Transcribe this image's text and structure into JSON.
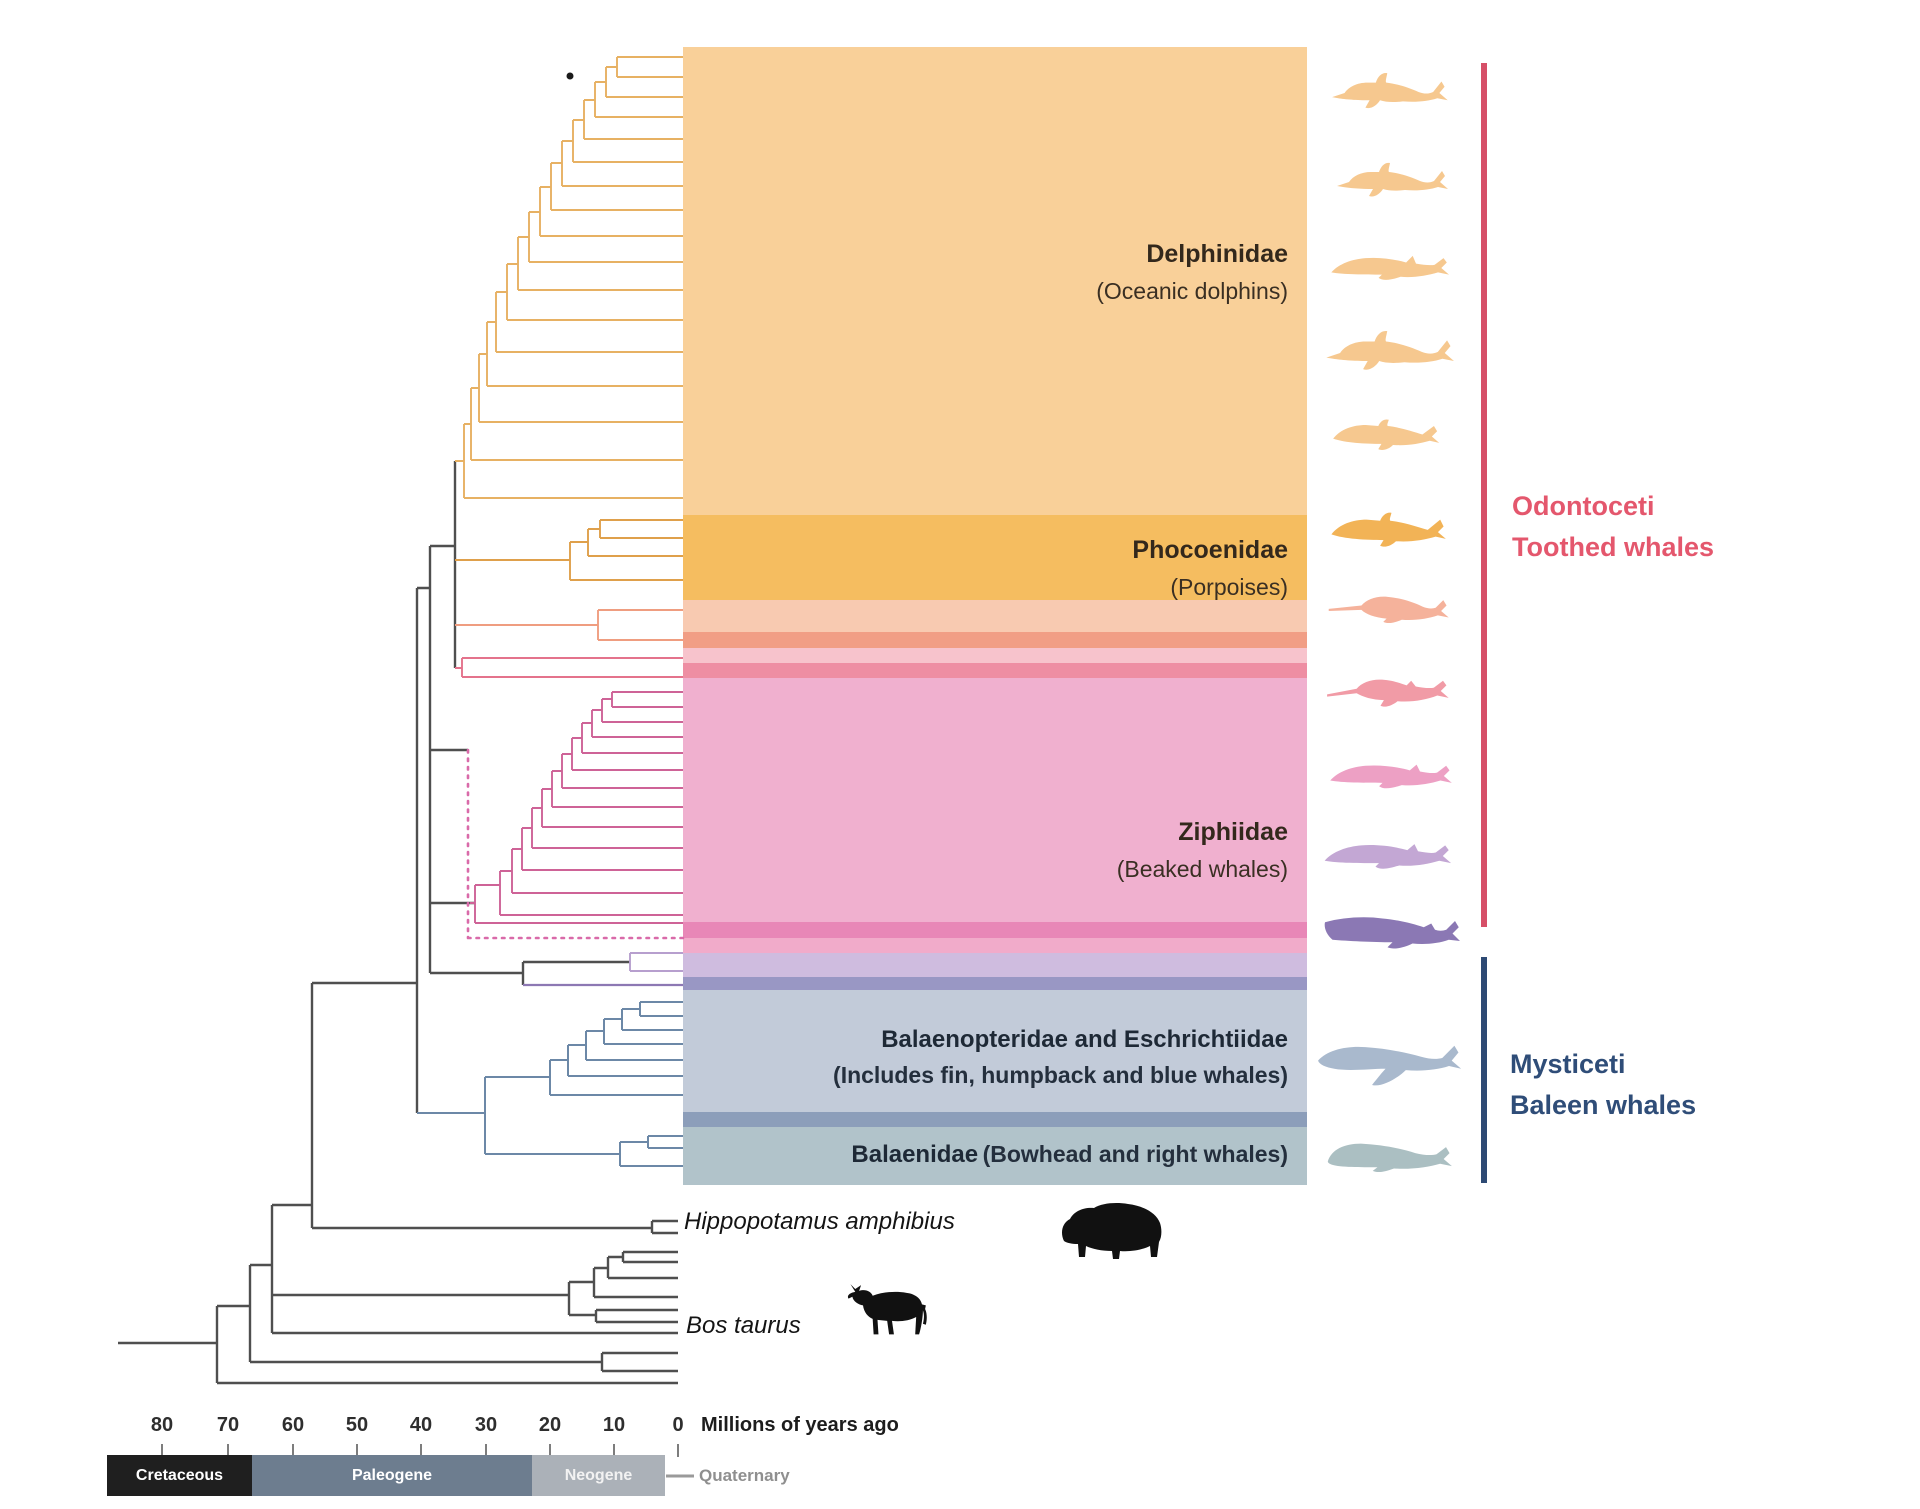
{
  "figure": {
    "description": "Phylogenetic tree of whales (cetaceans) with outgroups, family bands, suborder brackets and geological time axis",
    "families": [
      {
        "name": "Delphinidae",
        "common_name": "(Oceanic dolphins)",
        "band_color": "#f9d099"
      },
      {
        "name": "Phocoenidae",
        "common_name": "(Porpoises)",
        "band_color": "#f5bd60"
      },
      {
        "name": "Ziphiidae",
        "common_name": "(Beaked whales)",
        "band_color": "#f0b0cf"
      },
      {
        "name": "Balaenopteridae and Eschrichtiidae",
        "common_name": "(Includes fin, humpback and blue whales)",
        "band_color": "#c2cbd9"
      },
      {
        "name": "Balaenidae",
        "common_name": "(Bowhead and right whales)",
        "band_color": "#b1c3ca"
      }
    ],
    "suborders": [
      {
        "name": "Odontoceti",
        "common_name": "Toothed whales",
        "color": "#e4576d",
        "bracket_color": "#d64f68"
      },
      {
        "name": "Mysticeti",
        "common_name": "Baleen whales",
        "color": "#2f4d78",
        "bracket_color": "#2e4a74"
      }
    ],
    "outgroups": [
      {
        "name": "Hippopotamus amphibius"
      },
      {
        "name": "Bos taurus"
      }
    ],
    "axis": {
      "label": "Millions of years ago",
      "ticks": [
        "80",
        "70",
        "60",
        "50",
        "40",
        "30",
        "20",
        "10",
        "0"
      ]
    },
    "periods": [
      {
        "name": "Cretaceous",
        "color": "#1f1f1f"
      },
      {
        "name": "Paleogene",
        "color": "#6d7d8f"
      },
      {
        "name": "Neogene",
        "color": "#abb1b8"
      },
      {
        "name": "Quaternary",
        "color": "#8f8f8f"
      }
    ],
    "silhouettes": [
      {
        "name": "dolphin-1",
        "color": "#f6c88f"
      },
      {
        "name": "dolphin-2",
        "color": "#f6c88f"
      },
      {
        "name": "dolphin-3",
        "color": "#f6c88f"
      },
      {
        "name": "dolphin-4",
        "color": "#f6c88f"
      },
      {
        "name": "dolphin-5",
        "color": "#f6c88f"
      },
      {
        "name": "porpoise",
        "color": "#f2b356"
      },
      {
        "name": "narwhal",
        "color": "#f5b29b"
      },
      {
        "name": "river-dolphin",
        "color": "#f19ba6"
      },
      {
        "name": "beaked-whale",
        "color": "#eda0c4"
      },
      {
        "name": "beaked-whale-2",
        "color": "#c3a7d4"
      },
      {
        "name": "sperm-whale",
        "color": "#8b78b4"
      },
      {
        "name": "humpback-whale",
        "color": "#a9b9cd"
      },
      {
        "name": "bowhead-whale",
        "color": "#abbfc2"
      },
      {
        "name": "hippopotamus",
        "color": "#111111"
      },
      {
        "name": "cow",
        "color": "#111111"
      }
    ]
  }
}
